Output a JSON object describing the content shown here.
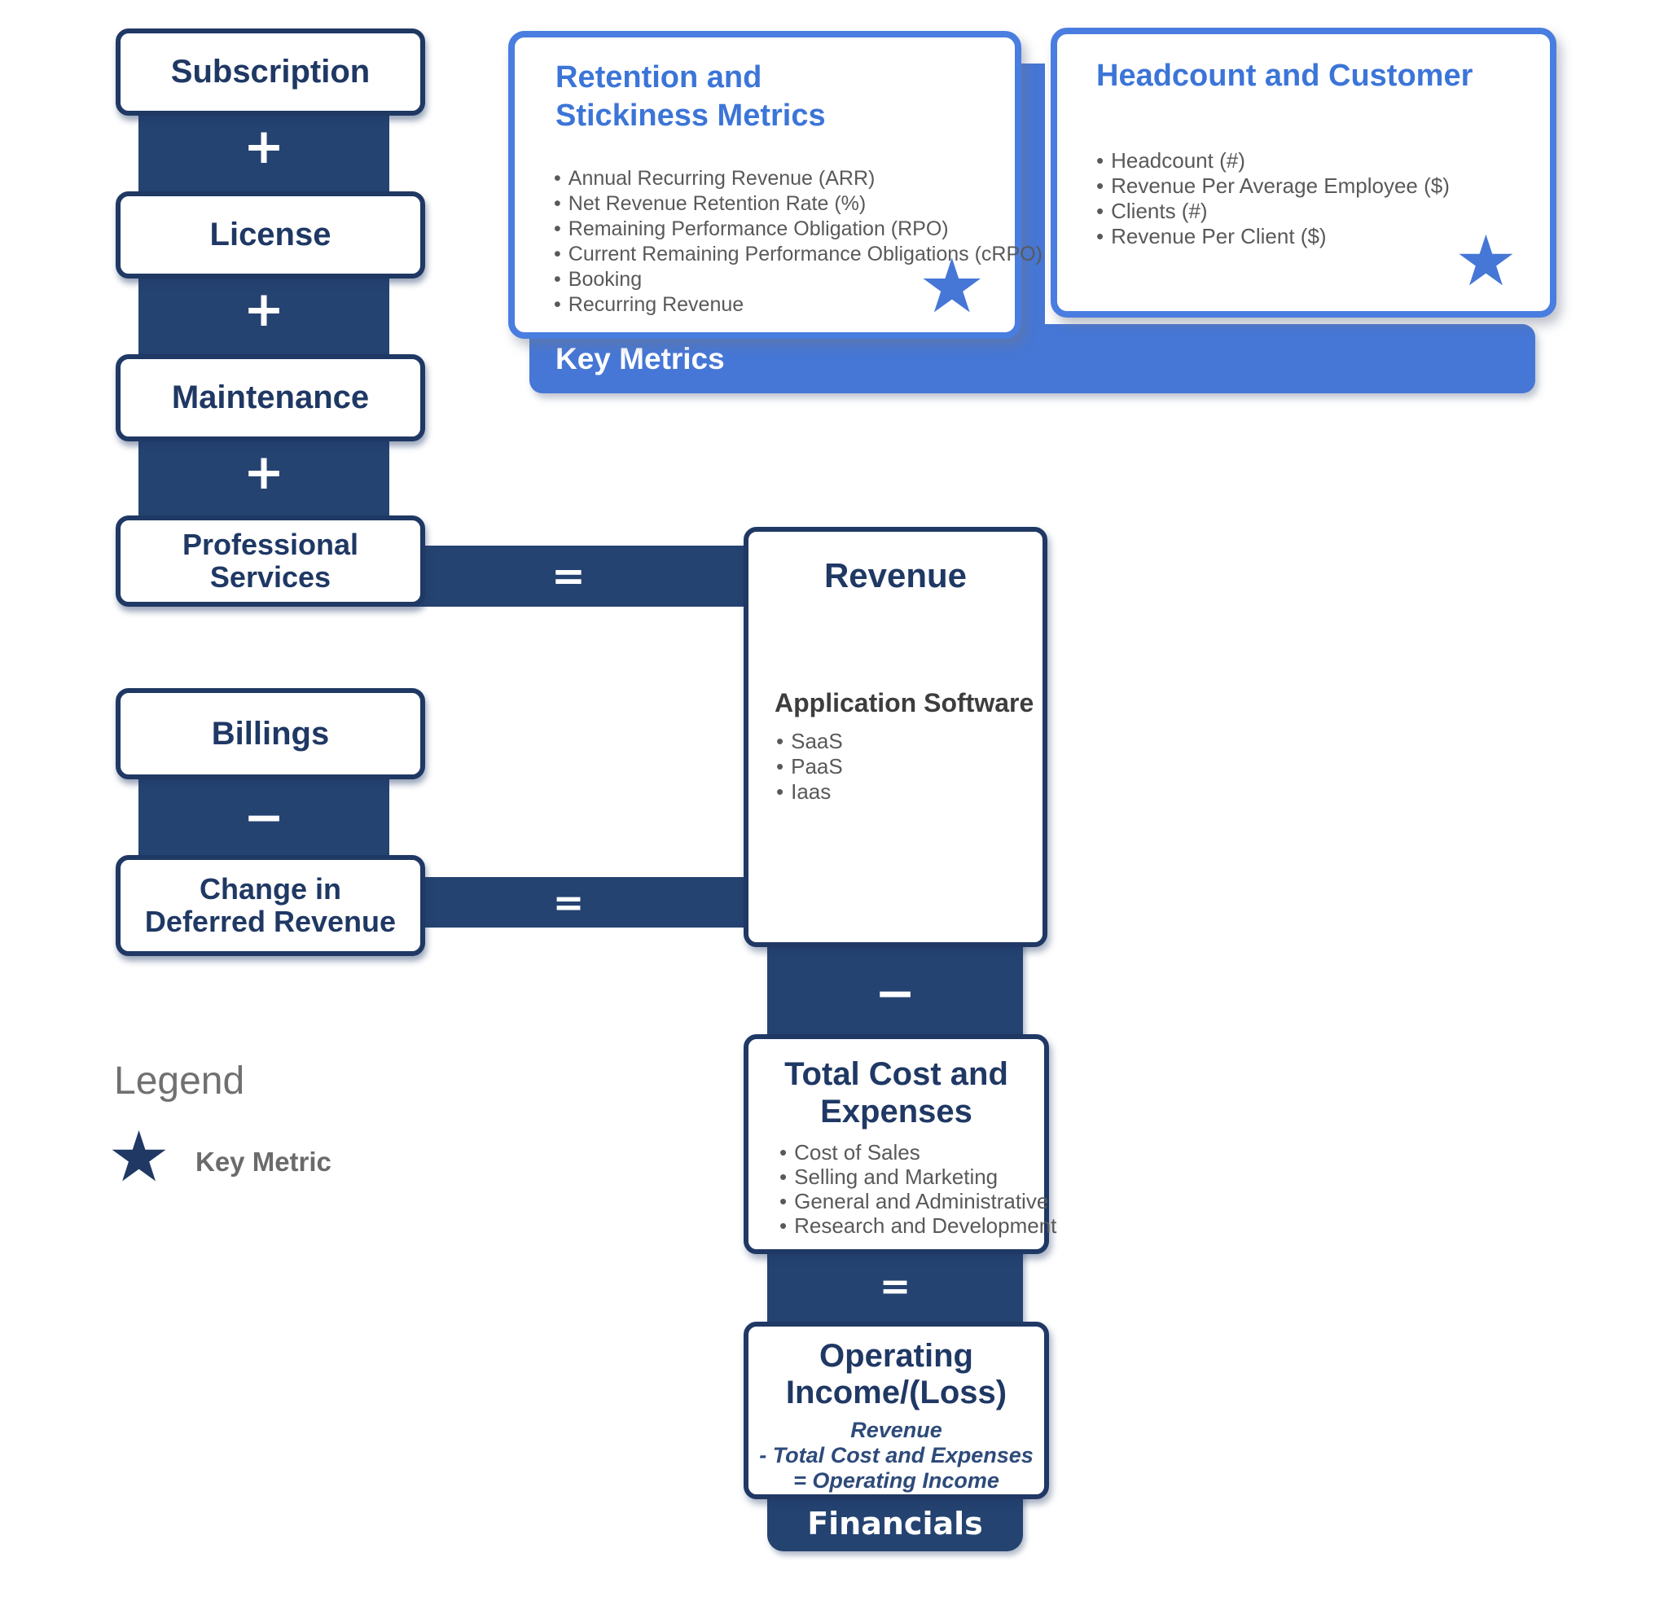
{
  "palette": {
    "navy": "#1f3864",
    "navy_band": "#254371",
    "accent_blue": "#4677d6",
    "accent_border": "#4a7de0",
    "title_blue": "#3c75d8",
    "bullet_gray": "#595959",
    "legend_gray": "#707070"
  },
  "icons": {
    "star": "★"
  },
  "operators": {
    "plus": "+",
    "minus": "−",
    "equals": "="
  },
  "revenue_build": {
    "boxes": [
      "Subscription",
      "License",
      "Maintenance",
      "Professional Services"
    ]
  },
  "billings_build": {
    "boxes": [
      "Billings",
      "Change in Deferred Revenue"
    ]
  },
  "key_metrics": {
    "banner_label": "Key Metrics",
    "cards": [
      {
        "title": "Retention and Stickiness Metrics",
        "bullets": [
          "Annual Recurring Revenue (ARR)",
          "Net Revenue Retention Rate (%)",
          "Remaining Performance Obligation (RPO)",
          "Current Remaining Performance Obligations (cRPO)",
          "Booking",
          "Recurring Revenue"
        ]
      },
      {
        "title": "Headcount and Customer",
        "bullets": [
          "Headcount (#)",
          "Revenue Per Average Employee ($)",
          "Clients (#)",
          "Revenue Per Client ($)"
        ]
      }
    ]
  },
  "financials": {
    "banner_label": "Financials",
    "revenue_card": {
      "title": "Revenue",
      "subtitle": "Application Software",
      "bullets": [
        "SaaS",
        "PaaS",
        "Iaas"
      ]
    },
    "total_cost_card": {
      "title": "Total Cost and Expenses",
      "bullets": [
        "Cost of Sales",
        "Selling and Marketing",
        "General and Administrative",
        "Research and Development"
      ]
    },
    "operating_card": {
      "title": "Operating Income/(Loss)",
      "formula": [
        "Revenue",
        "- Total Cost and Expenses",
        "= Operating Income"
      ]
    }
  },
  "legend": {
    "title": "Legend",
    "items": [
      {
        "icon": "star",
        "label": "Key Metric"
      }
    ]
  }
}
